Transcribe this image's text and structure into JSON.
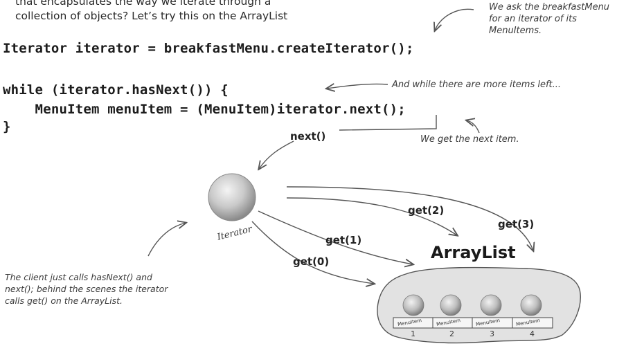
{
  "intro": {
    "line1": "that encapsulates the way we iterate through a",
    "line2": "collection of objects? Let’s try this on the ArrayList"
  },
  "code": {
    "line1": "Iterator iterator = breakfastMenu.createIterator();",
    "line2": "while (iterator.hasNext()) {",
    "line3": "    MenuItem menuItem = (MenuItem)iterator.next();",
    "line4": "}"
  },
  "annotations": {
    "ask_line1": "We ask the breakfastMenu",
    "ask_line2": "for an iterator of its",
    "ask_line3": "MenuItems.",
    "while_note": "And while there are more items left...",
    "next_note": "We get the next item.",
    "client_line1": "The client just calls hasNext() and",
    "client_line2": "next(); behind the scenes the iterator",
    "client_line3": "calls get() on the ArrayList."
  },
  "diagram": {
    "next_call": "next()",
    "iterator_label": "Iterator",
    "arraylist_title": "ArrayList",
    "get_calls": [
      "get(0)",
      "get(1)",
      "get(2)",
      "get(3)"
    ],
    "slot_label": "MenuItem",
    "slot_numbers": [
      "1",
      "2",
      "3",
      "4"
    ]
  }
}
